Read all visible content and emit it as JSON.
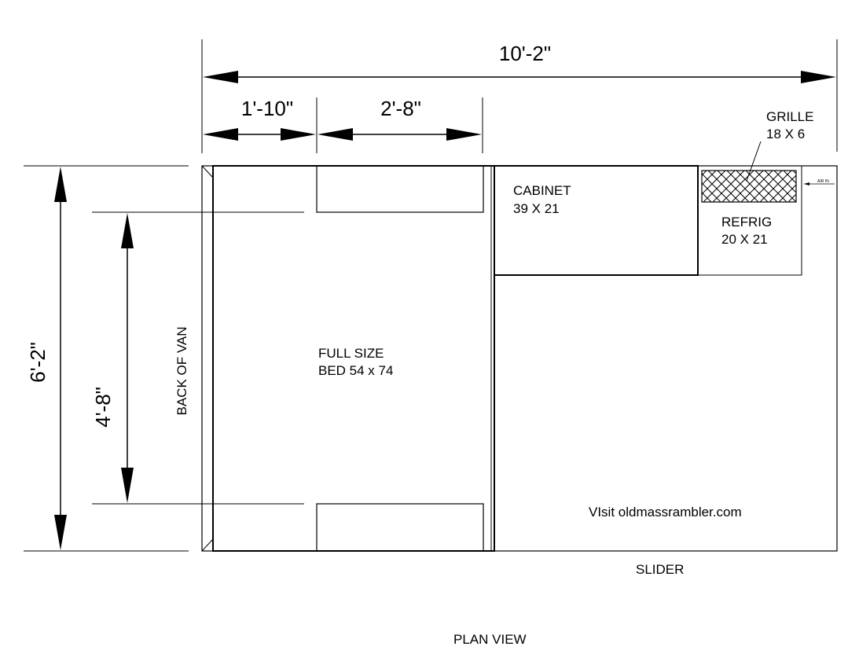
{
  "diagram": {
    "footer_title": "PLAN VIEW",
    "website": "VIsit oldmassrambler.com",
    "slider_label": "SLIDER",
    "back_label": "BACK OF VAN",
    "colors": {
      "ink": "#000000",
      "paper": "#ffffff"
    },
    "dimensions": {
      "overall_length": "10'-2\"",
      "overall_width": "6'-2\"",
      "bed_length": "4'-8\"",
      "offset": "1'-10\"",
      "platform": "2'-8\""
    },
    "bed": {
      "line1": "FULL SIZE",
      "line2": "BED 54 x 74"
    },
    "cabinet": {
      "name": "CABINET",
      "size": "39 X 21"
    },
    "refrigerator": {
      "name": "REFRIG",
      "size": "20 X 21"
    },
    "grille": {
      "name": "GRILLE",
      "size": "18 X 6"
    },
    "air_label": "AIR IN"
  }
}
